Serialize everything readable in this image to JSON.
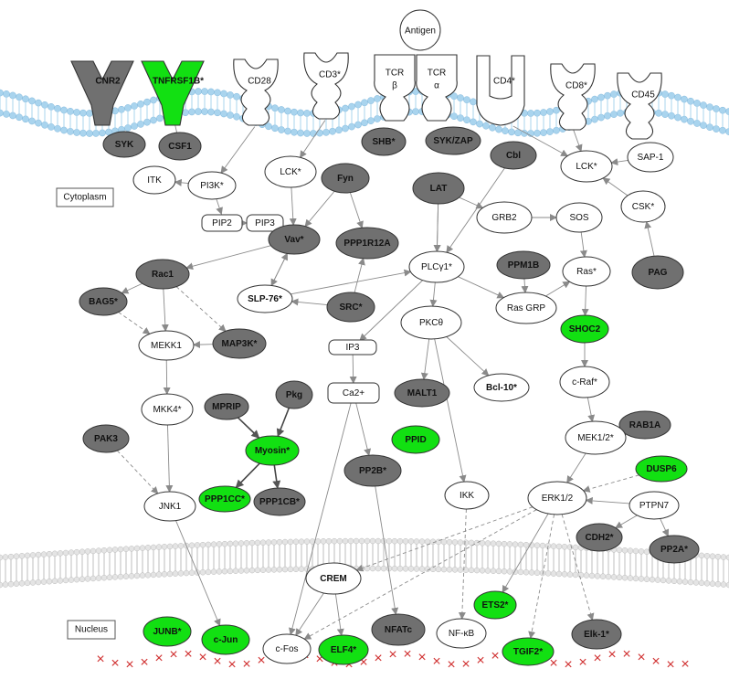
{
  "colors": {
    "white_node": "#ffffff",
    "gray_node": "#707070",
    "green_node": "#12e012",
    "membrane": "#a9d4ee",
    "nuclear_membrane": "#c9c9c9",
    "dna_x": "#d03030",
    "edge": "#8a8a8a"
  },
  "regions": {
    "cytoplasm": "Cytoplasm",
    "nucleus": "Nucleus"
  },
  "antigen": "Antigen",
  "receptors": [
    {
      "id": "cnr2",
      "label": "CNR2",
      "fill": "gray"
    },
    {
      "id": "tnfrsf1b",
      "label": "TNFRSF1B*",
      "fill": "green"
    },
    {
      "id": "cd28",
      "label": "CD28",
      "fill": "white"
    },
    {
      "id": "cd3",
      "label": "CD3*",
      "fill": "white"
    },
    {
      "id": "tcrb",
      "label": "TCR β",
      "fill": "white"
    },
    {
      "id": "tcra",
      "label": "TCR α",
      "fill": "white"
    },
    {
      "id": "cd4",
      "label": "CD4*",
      "fill": "white"
    },
    {
      "id": "cd8",
      "label": "CD8*",
      "fill": "white"
    },
    {
      "id": "cd45",
      "label": "CD45",
      "fill": "white"
    }
  ],
  "nodes": [
    {
      "id": "syk",
      "label": "SYK",
      "fill": "gray"
    },
    {
      "id": "csf1",
      "label": "CSF1",
      "fill": "gray"
    },
    {
      "id": "shb",
      "label": "SHB*",
      "fill": "gray"
    },
    {
      "id": "sykzap",
      "label": "SYK/ZAP",
      "fill": "gray"
    },
    {
      "id": "cbl",
      "label": "Cbl",
      "fill": "gray"
    },
    {
      "id": "itk",
      "label": "ITK",
      "fill": "white"
    },
    {
      "id": "pi3k",
      "label": "PI3K*",
      "fill": "white"
    },
    {
      "id": "lck1",
      "label": "LCK*",
      "fill": "white"
    },
    {
      "id": "fyn",
      "label": "Fyn",
      "fill": "gray"
    },
    {
      "id": "lat",
      "label": "LAT",
      "fill": "gray"
    },
    {
      "id": "lck2",
      "label": "LCK*",
      "fill": "white"
    },
    {
      "id": "sap1",
      "label": "SAP-1",
      "fill": "white"
    },
    {
      "id": "pip2",
      "label": "PIP2",
      "fill": "white",
      "shape": "rect"
    },
    {
      "id": "pip3",
      "label": "PIP3",
      "fill": "white",
      "shape": "rect"
    },
    {
      "id": "vav",
      "label": "Vav*",
      "fill": "gray"
    },
    {
      "id": "grb2",
      "label": "GRB2",
      "fill": "white"
    },
    {
      "id": "sos",
      "label": "SOS",
      "fill": "white"
    },
    {
      "id": "csk",
      "label": "CSK*",
      "fill": "white"
    },
    {
      "id": "ppp1r12a",
      "label": "PPP1R12A",
      "fill": "gray"
    },
    {
      "id": "plcg1",
      "label": "PLCγ1*",
      "fill": "white"
    },
    {
      "id": "ppm1b",
      "label": "PPM1B",
      "fill": "gray"
    },
    {
      "id": "ras",
      "label": "Ras*",
      "fill": "white"
    },
    {
      "id": "pag",
      "label": "PAG",
      "fill": "gray"
    },
    {
      "id": "rac1",
      "label": "Rac1",
      "fill": "gray"
    },
    {
      "id": "bag5",
      "label": "BAG5*",
      "fill": "gray"
    },
    {
      "id": "slp76",
      "label": "SLP-76*",
      "fill": "white"
    },
    {
      "id": "src",
      "label": "SRC*",
      "fill": "gray"
    },
    {
      "id": "pkc",
      "label": "PKCθ",
      "fill": "white"
    },
    {
      "id": "rasgrp",
      "label": "Ras GRP",
      "fill": "white"
    },
    {
      "id": "shoc2",
      "label": "SHOC2",
      "fill": "green"
    },
    {
      "id": "mekk1",
      "label": "MEKK1",
      "fill": "white"
    },
    {
      "id": "map3k",
      "label": "MAP3K*",
      "fill": "gray"
    },
    {
      "id": "ip3",
      "label": "IP3",
      "fill": "white",
      "shape": "rect"
    },
    {
      "id": "craf",
      "label": "c-Raf*",
      "fill": "white"
    },
    {
      "id": "mkk4",
      "label": "MKK4*",
      "fill": "white"
    },
    {
      "id": "mprip",
      "label": "MPRIP",
      "fill": "gray"
    },
    {
      "id": "pkg",
      "label": "Pkg",
      "fill": "gray"
    },
    {
      "id": "ca2",
      "label": "Ca2+",
      "fill": "white",
      "shape": "rect"
    },
    {
      "id": "malt1",
      "label": "MALT1",
      "fill": "gray"
    },
    {
      "id": "bcl10",
      "label": "Bcl-10*",
      "fill": "white"
    },
    {
      "id": "rab1a",
      "label": "RAB1A",
      "fill": "gray"
    },
    {
      "id": "pak3",
      "label": "PAK3",
      "fill": "gray"
    },
    {
      "id": "myosin",
      "label": "Myosin*",
      "fill": "green"
    },
    {
      "id": "ppid",
      "label": "PPID",
      "fill": "green"
    },
    {
      "id": "mek12",
      "label": "MEK1/2*",
      "fill": "white"
    },
    {
      "id": "dusp6",
      "label": "DUSP6",
      "fill": "green"
    },
    {
      "id": "jnk1",
      "label": "JNK1",
      "fill": "white"
    },
    {
      "id": "pp2b",
      "label": "PP2B*",
      "fill": "gray"
    },
    {
      "id": "ikk",
      "label": "IKK",
      "fill": "white"
    },
    {
      "id": "erk12",
      "label": "ERK1/2",
      "fill": "white"
    },
    {
      "id": "ptpn7",
      "label": "PTPN7",
      "fill": "white"
    },
    {
      "id": "ppp1cc",
      "label": "PPP1CC*",
      "fill": "green"
    },
    {
      "id": "ppp1cb",
      "label": "PPP1CB*",
      "fill": "gray"
    },
    {
      "id": "cdh2",
      "label": "CDH2*",
      "fill": "gray"
    },
    {
      "id": "pp2a",
      "label": "PP2A*",
      "fill": "gray"
    },
    {
      "id": "crem",
      "label": "CREM",
      "fill": "white"
    },
    {
      "id": "ets2",
      "label": "ETS2*",
      "fill": "green"
    },
    {
      "id": "junb",
      "label": "JUNB*",
      "fill": "green"
    },
    {
      "id": "cjun",
      "label": "c-Jun",
      "fill": "green"
    },
    {
      "id": "cfos",
      "label": "c-Fos",
      "fill": "white"
    },
    {
      "id": "elf4",
      "label": "ELF4*",
      "fill": "green"
    },
    {
      "id": "nfatc",
      "label": "NFATc",
      "fill": "gray"
    },
    {
      "id": "nfkb",
      "label": "NF-κB",
      "fill": "white"
    },
    {
      "id": "tgif2",
      "label": "TGIF2*",
      "fill": "green"
    },
    {
      "id": "elk1",
      "label": "Elk-1*",
      "fill": "gray"
    }
  ]
}
